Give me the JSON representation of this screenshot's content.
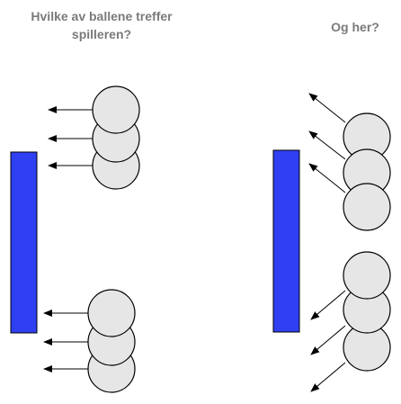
{
  "questions": {
    "left": "Hvilke av ballene treffer spilleren?",
    "right": "Og her?"
  },
  "colors": {
    "player": "#2f3ff2",
    "ball_fill": "#e6e6e6",
    "ball_stroke": "#000000",
    "question_text": "#7a7a7a",
    "arrow": "#000000"
  },
  "icons": {
    "player": "blue-rectangle",
    "ball": "circle",
    "direction": "arrow"
  }
}
